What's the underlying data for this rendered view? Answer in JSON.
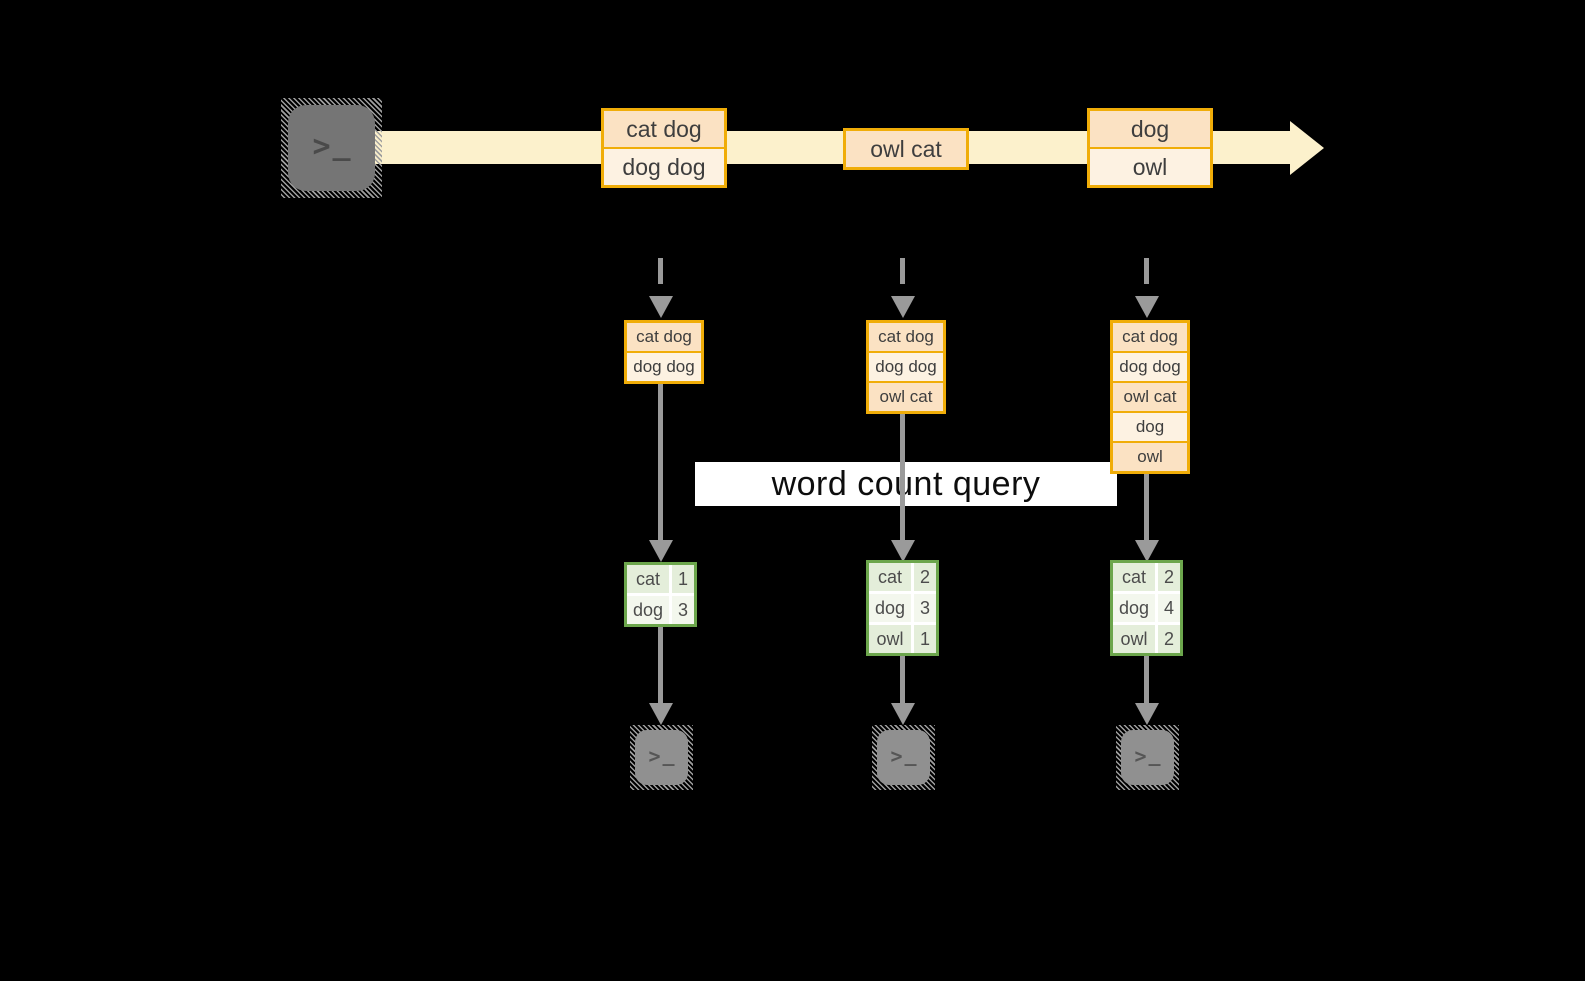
{
  "banner": "word count query",
  "glyphs": {
    "prompt": ">",
    "cursor": "_"
  },
  "stream": {
    "boxes": [
      {
        "rows": [
          "cat dog",
          "dog dog"
        ]
      },
      {
        "rows": [
          "owl cat"
        ]
      },
      {
        "rows": [
          "dog",
          "owl"
        ]
      }
    ]
  },
  "columns": [
    {
      "buffer": [
        "cat dog",
        "dog dog"
      ],
      "counts": [
        [
          "cat",
          "1"
        ],
        [
          "dog",
          "3"
        ]
      ]
    },
    {
      "buffer": [
        "cat dog",
        "dog dog",
        "owl cat"
      ],
      "counts": [
        [
          "cat",
          "2"
        ],
        [
          "dog",
          "3"
        ],
        [
          "owl",
          "1"
        ]
      ]
    },
    {
      "buffer": [
        "cat dog",
        "dog dog",
        "owl cat",
        "dog",
        "owl"
      ],
      "counts": [
        [
          "cat",
          "2"
        ],
        [
          "dog",
          "4"
        ],
        [
          "owl",
          "2"
        ]
      ]
    }
  ],
  "colors": {
    "orange": "#f0ad08",
    "peach": "#fbe2c3",
    "cream": "#fdf2e2",
    "band": "#fcf1cc",
    "green": "#6ca64c",
    "gcell1": "#e4eeda",
    "gcell2": "#f3f7ed",
    "gray": "#9a9a9a",
    "ink": "#3e3e3e",
    "tink": "#4c4c4c",
    "hatch": "#9e9e9e",
    "term1": "#757575",
    "term2": "#909090"
  }
}
